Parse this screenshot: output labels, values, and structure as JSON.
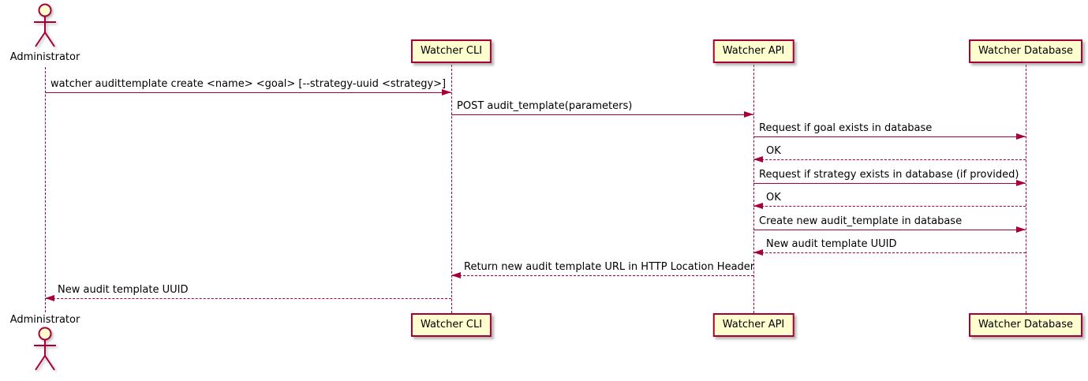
{
  "diagram": {
    "type": "sequence-diagram",
    "actor": {
      "id": "administrator",
      "label": "Administrator"
    },
    "participants": [
      {
        "id": "watcher-cli",
        "label": "Watcher CLI"
      },
      {
        "id": "watcher-api",
        "label": "Watcher API"
      },
      {
        "id": "watcher-db",
        "label": "Watcher Database"
      }
    ],
    "messages": [
      {
        "from": "administrator",
        "to": "watcher-cli",
        "style": "solid",
        "text": "watcher audittemplate create <name> <goal> [--strategy-uuid <strategy>]"
      },
      {
        "from": "watcher-cli",
        "to": "watcher-api",
        "style": "solid",
        "text": "POST audit_template(parameters)"
      },
      {
        "from": "watcher-api",
        "to": "watcher-db",
        "style": "solid",
        "text": "Request if goal exists in database"
      },
      {
        "from": "watcher-db",
        "to": "watcher-api",
        "style": "dashed",
        "text": "OK"
      },
      {
        "from": "watcher-api",
        "to": "watcher-db",
        "style": "solid",
        "text": "Request if strategy exists in database (if provided)"
      },
      {
        "from": "watcher-db",
        "to": "watcher-api",
        "style": "dashed",
        "text": "OK"
      },
      {
        "from": "watcher-api",
        "to": "watcher-db",
        "style": "solid",
        "text": "Create new audit_template in database"
      },
      {
        "from": "watcher-db",
        "to": "watcher-api",
        "style": "dashed",
        "text": "New audit template UUID"
      },
      {
        "from": "watcher-api",
        "to": "watcher-cli",
        "style": "dashed",
        "text": "Return new audit template URL in HTTP Location Header"
      },
      {
        "from": "watcher-cli",
        "to": "administrator",
        "style": "dashed",
        "text": "New audit template UUID"
      }
    ],
    "colors": {
      "accent": "#A80036",
      "participant_fill": "#FEFECE",
      "text": "#000000",
      "background": "#FFFFFF"
    }
  }
}
